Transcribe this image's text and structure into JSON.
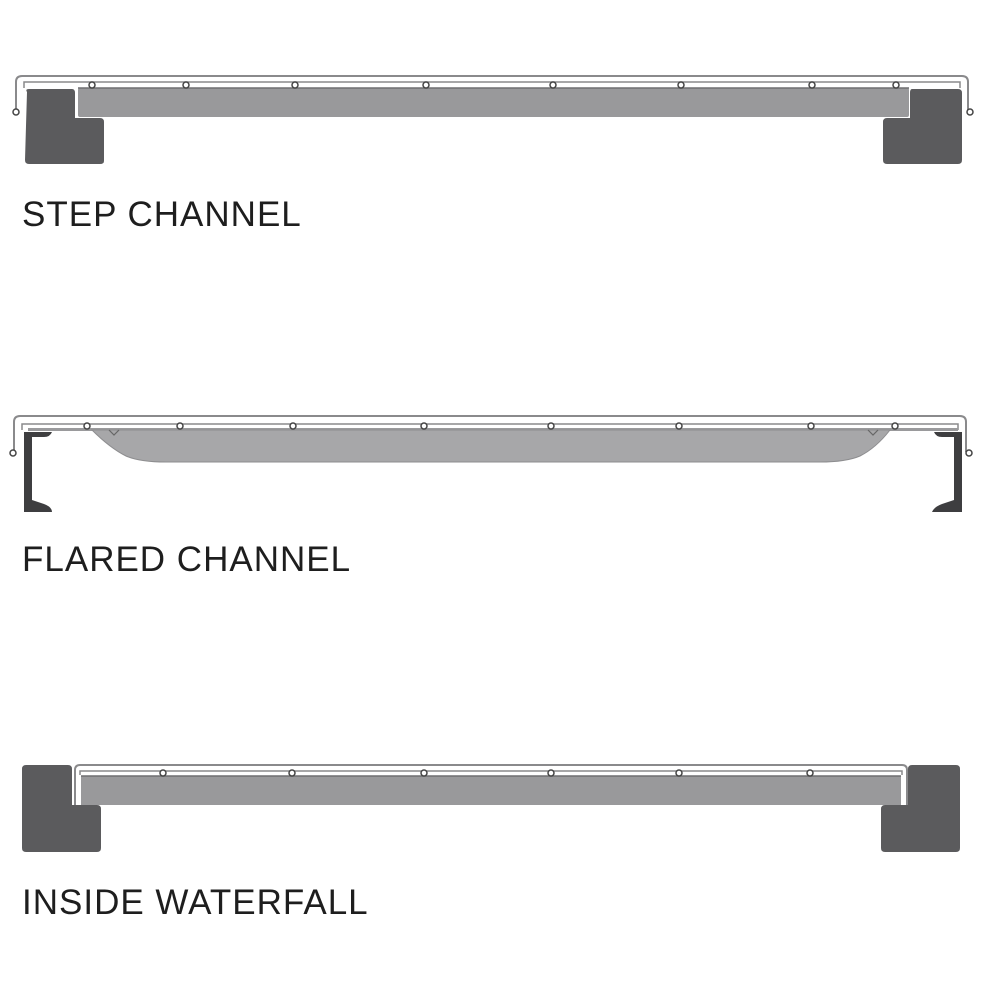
{
  "colors": {
    "background": "#ffffff",
    "counter_block": "#5b5b5d",
    "panel": "#99999b",
    "panel_flared": "#a7a7a9",
    "trim_line": "#7a7a7c",
    "label_text": "#1e1e1e"
  },
  "diagrams": [
    {
      "id": "step-channel",
      "label": "STEP CHANNEL",
      "parts": [
        "L-shaped end block (left)",
        "L-shaped end block (right)",
        "flat panel",
        "edge channel trim with fasteners"
      ],
      "fastener_count_top": 8
    },
    {
      "id": "flared-channel",
      "label": "FLARED CHANNEL",
      "parts": [
        "C-channel bracket (left)",
        "C-channel bracket (right)",
        "flared panel with tapered ends",
        "edge channel trim with fasteners"
      ],
      "fastener_count_top": 8
    },
    {
      "id": "inside-waterfall",
      "label": "INSIDE WATERFALL",
      "parts": [
        "L-shaped end block (left)",
        "L-shaped end block (right)",
        "flat panel",
        "inner trim with fasteners"
      ],
      "fastener_count_top": 6
    }
  ]
}
